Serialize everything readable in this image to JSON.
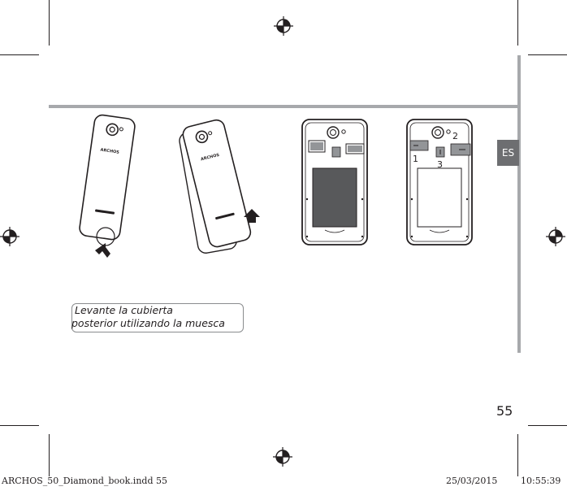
{
  "language_tab": "ES",
  "caption": {
    "line1": "Levante la cubierta",
    "line2": "posterior utilizando la muesca"
  },
  "illustrations": [
    {
      "name": "phone-back-notch",
      "brand_label": "ARCHOS"
    },
    {
      "name": "phone-cover-lifting",
      "brand_label": "ARCHOS"
    },
    {
      "name": "phone-open-battery-bay"
    },
    {
      "name": "phone-open-slots",
      "slot_labels": [
        "1",
        "2",
        "3"
      ]
    }
  ],
  "page_number": "55",
  "footer": {
    "file": "ARCHOS_50_Diamond_book.indd   55",
    "date": "25/03/2015",
    "time": "10:55:39"
  },
  "colors": {
    "rule": "#a7a9ac",
    "tab": "#6d6e71",
    "ink": "#231f20",
    "battery": "#58595b",
    "sim": "#939598"
  }
}
